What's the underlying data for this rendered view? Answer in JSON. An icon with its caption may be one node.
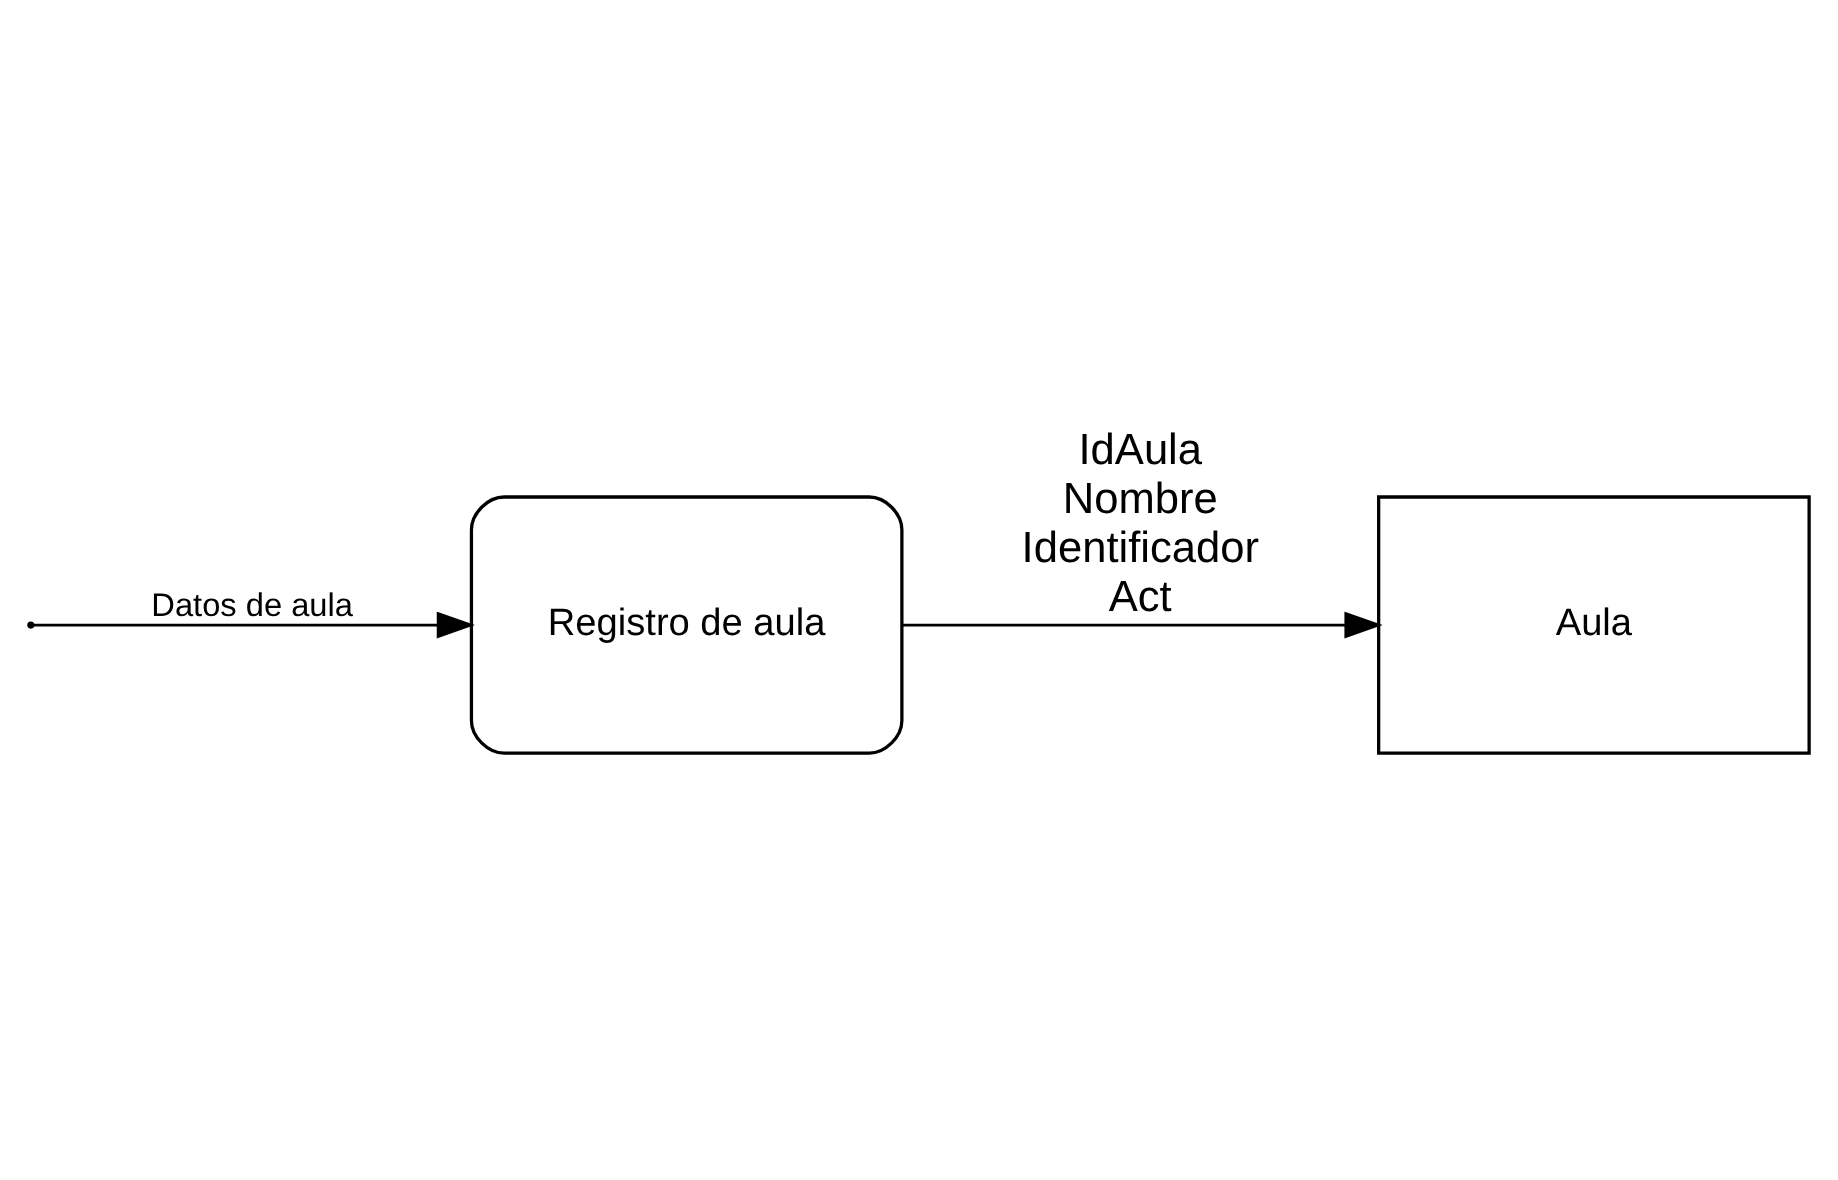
{
  "diagram": {
    "nodes": [
      {
        "text": [
          "Registro de aula"
        ]
      },
      {
        "text": [
          "Aula"
        ]
      }
    ],
    "edges": [
      {
        "from": null,
        "to": 0,
        "arrow": "to",
        "label": "Datos de aula"
      },
      {
        "from": 0,
        "to": 1,
        "arrow": "to",
        "label": "IdAula Nombre Identificador Act"
      }
    ]
  }
}
